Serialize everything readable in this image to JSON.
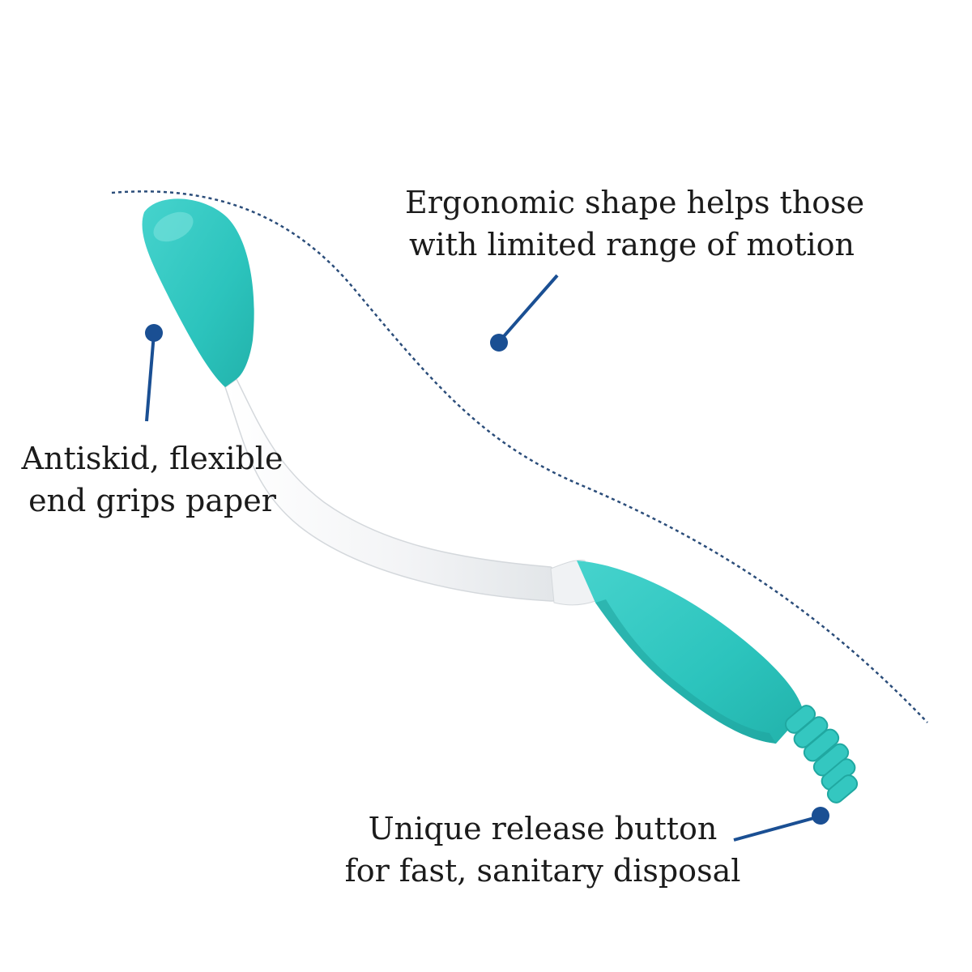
{
  "colors": {
    "accent_teal": "#2ec8c2",
    "handle_white": "#f2f3f4",
    "marker_blue": "#1a4f93",
    "dotted_line": "#2b4d7a"
  },
  "callouts": {
    "ergonomic": {
      "line1": "Ergonomic shape helps those",
      "line2": "with limited range of motion"
    },
    "antiskid": {
      "line1": "Antiskid, flexible",
      "line2": "end grips paper"
    },
    "release": {
      "line1": "Unique release button",
      "line2": "for fast, sanitary disposal"
    }
  }
}
